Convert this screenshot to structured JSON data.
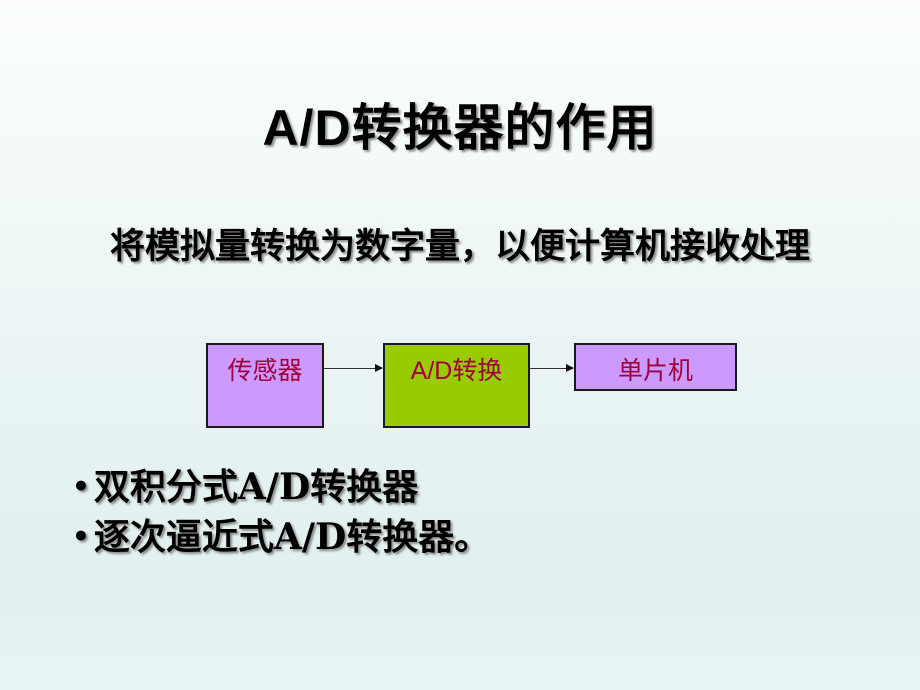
{
  "slide": {
    "title": "A/D转换器的作用",
    "subtitle": "将模拟量转换为数字量，以便计算机接收处理",
    "diagram": {
      "boxes": [
        {
          "label": "传感器",
          "color": "#cc99ff"
        },
        {
          "label": "A/D转换",
          "color": "#99cc00"
        },
        {
          "label": "单片机",
          "color": "#cc99ff"
        }
      ],
      "text_color": "#a0003a"
    },
    "bullets": [
      {
        "marker": "•",
        "text": "双积分式A/D转换器"
      },
      {
        "marker": "•",
        "text": "逐次逼近式A/D转换器。"
      }
    ]
  }
}
